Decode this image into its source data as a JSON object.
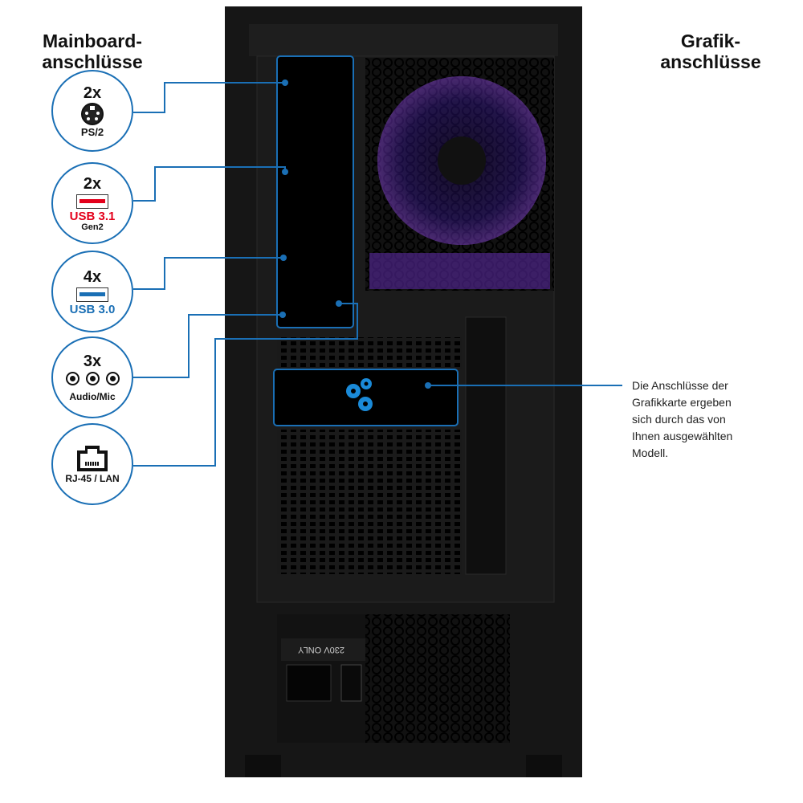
{
  "headings": {
    "left": [
      "Mainboard-",
      "anschlüsse"
    ],
    "right": [
      "Grafik-",
      "anschlüsse"
    ]
  },
  "ports": [
    {
      "count": "2x",
      "label": "PS/2",
      "icon": "ps2-icon"
    },
    {
      "count": "2x",
      "label": "USB 3.1",
      "sublabel": "Gen2",
      "icon": "usb-icon",
      "color": "#e3001b"
    },
    {
      "count": "4x",
      "label": "USB 3.0",
      "icon": "usb-icon",
      "color": "#1a6fb5"
    },
    {
      "count": "3x",
      "label": "Audio/Mic",
      "icon": "audio-jack-icon"
    },
    {
      "label": "RJ-45 / LAN",
      "icon": "ethernet-icon"
    }
  ],
  "graphics_note": [
    "Die Anschlüsse der",
    "Grafikkarte ergeben",
    "sich durch das von",
    "Ihnen ausgewählten",
    "Modell."
  ],
  "psu_label": "230V ONLY",
  "colors": {
    "accent": "#1a6fb5",
    "usb31": "#e3001b",
    "case": "#141414",
    "fan_glow": "#7b3cff"
  }
}
